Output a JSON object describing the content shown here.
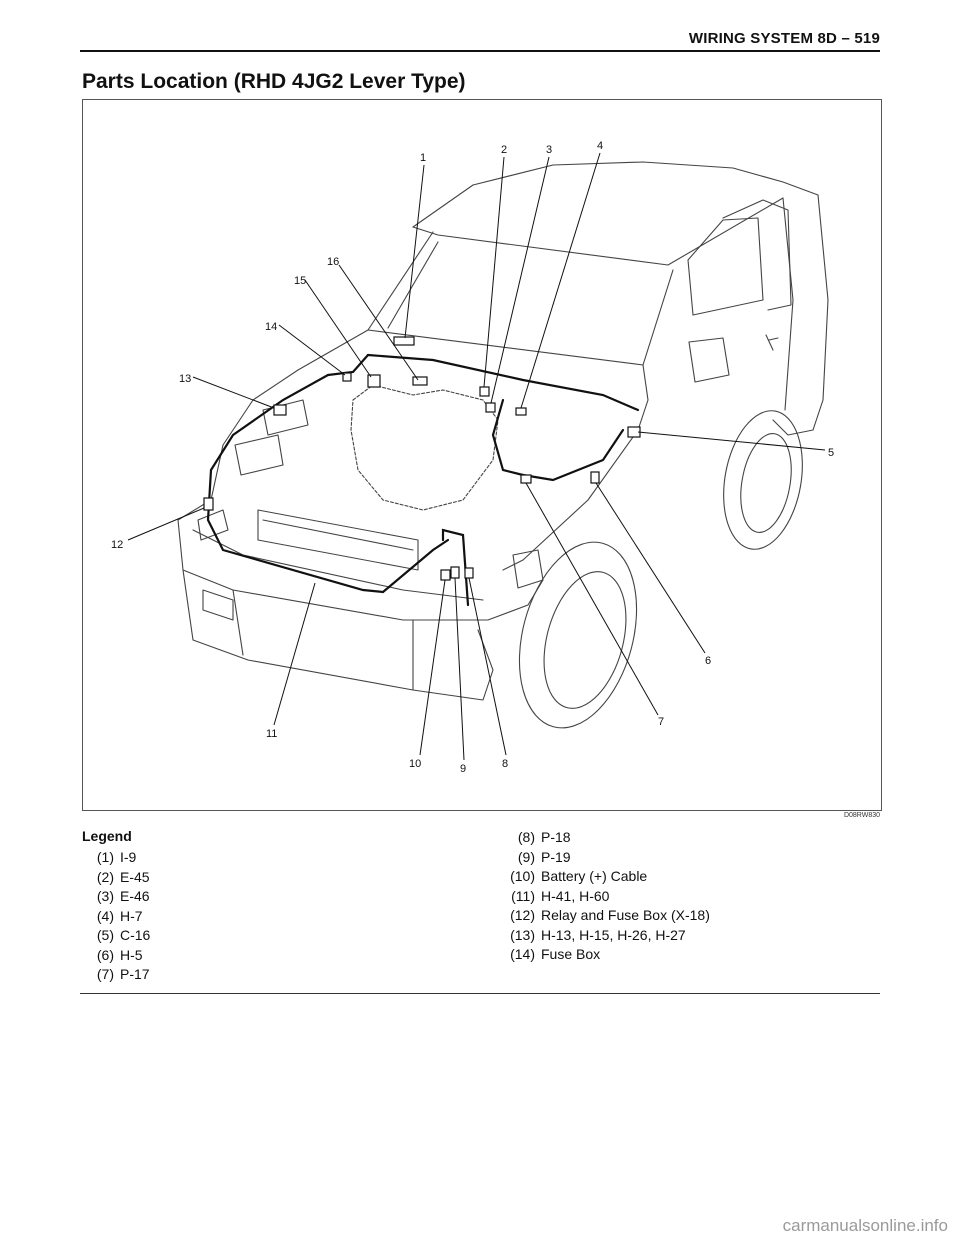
{
  "header": {
    "title": "WIRING SYSTEM 8D – 519"
  },
  "page_title": "Parts Location (RHD 4JG2 Lever Type)",
  "figure": {
    "code": "D08RW830",
    "callouts": [
      "1",
      "2",
      "3",
      "4",
      "5",
      "6",
      "7",
      "8",
      "9",
      "10",
      "11",
      "12",
      "13",
      "14",
      "15",
      "16"
    ]
  },
  "legend": {
    "title": "Legend",
    "left_items": [
      {
        "num": "(1)",
        "label": "I-9"
      },
      {
        "num": "(2)",
        "label": "E-45"
      },
      {
        "num": "(3)",
        "label": "E-46"
      },
      {
        "num": "(4)",
        "label": "H-7"
      },
      {
        "num": "(5)",
        "label": "C-16"
      },
      {
        "num": "(6)",
        "label": "H-5"
      },
      {
        "num": "(7)",
        "label": "P-17"
      }
    ],
    "right_items": [
      {
        "num": "(8)",
        "label": "P-18"
      },
      {
        "num": "(9)",
        "label": "P-19"
      },
      {
        "num": "(10)",
        "label": "Battery (+) Cable"
      },
      {
        "num": "(11)",
        "label": "H-41, H-60"
      },
      {
        "num": "(12)",
        "label": "Relay and Fuse Box (X-18)"
      },
      {
        "num": "(13)",
        "label": "H-13, H-15, H-26, H-27"
      },
      {
        "num": "(14)",
        "label": "Fuse Box"
      }
    ]
  },
  "watermark": "carmanualsonline.info"
}
